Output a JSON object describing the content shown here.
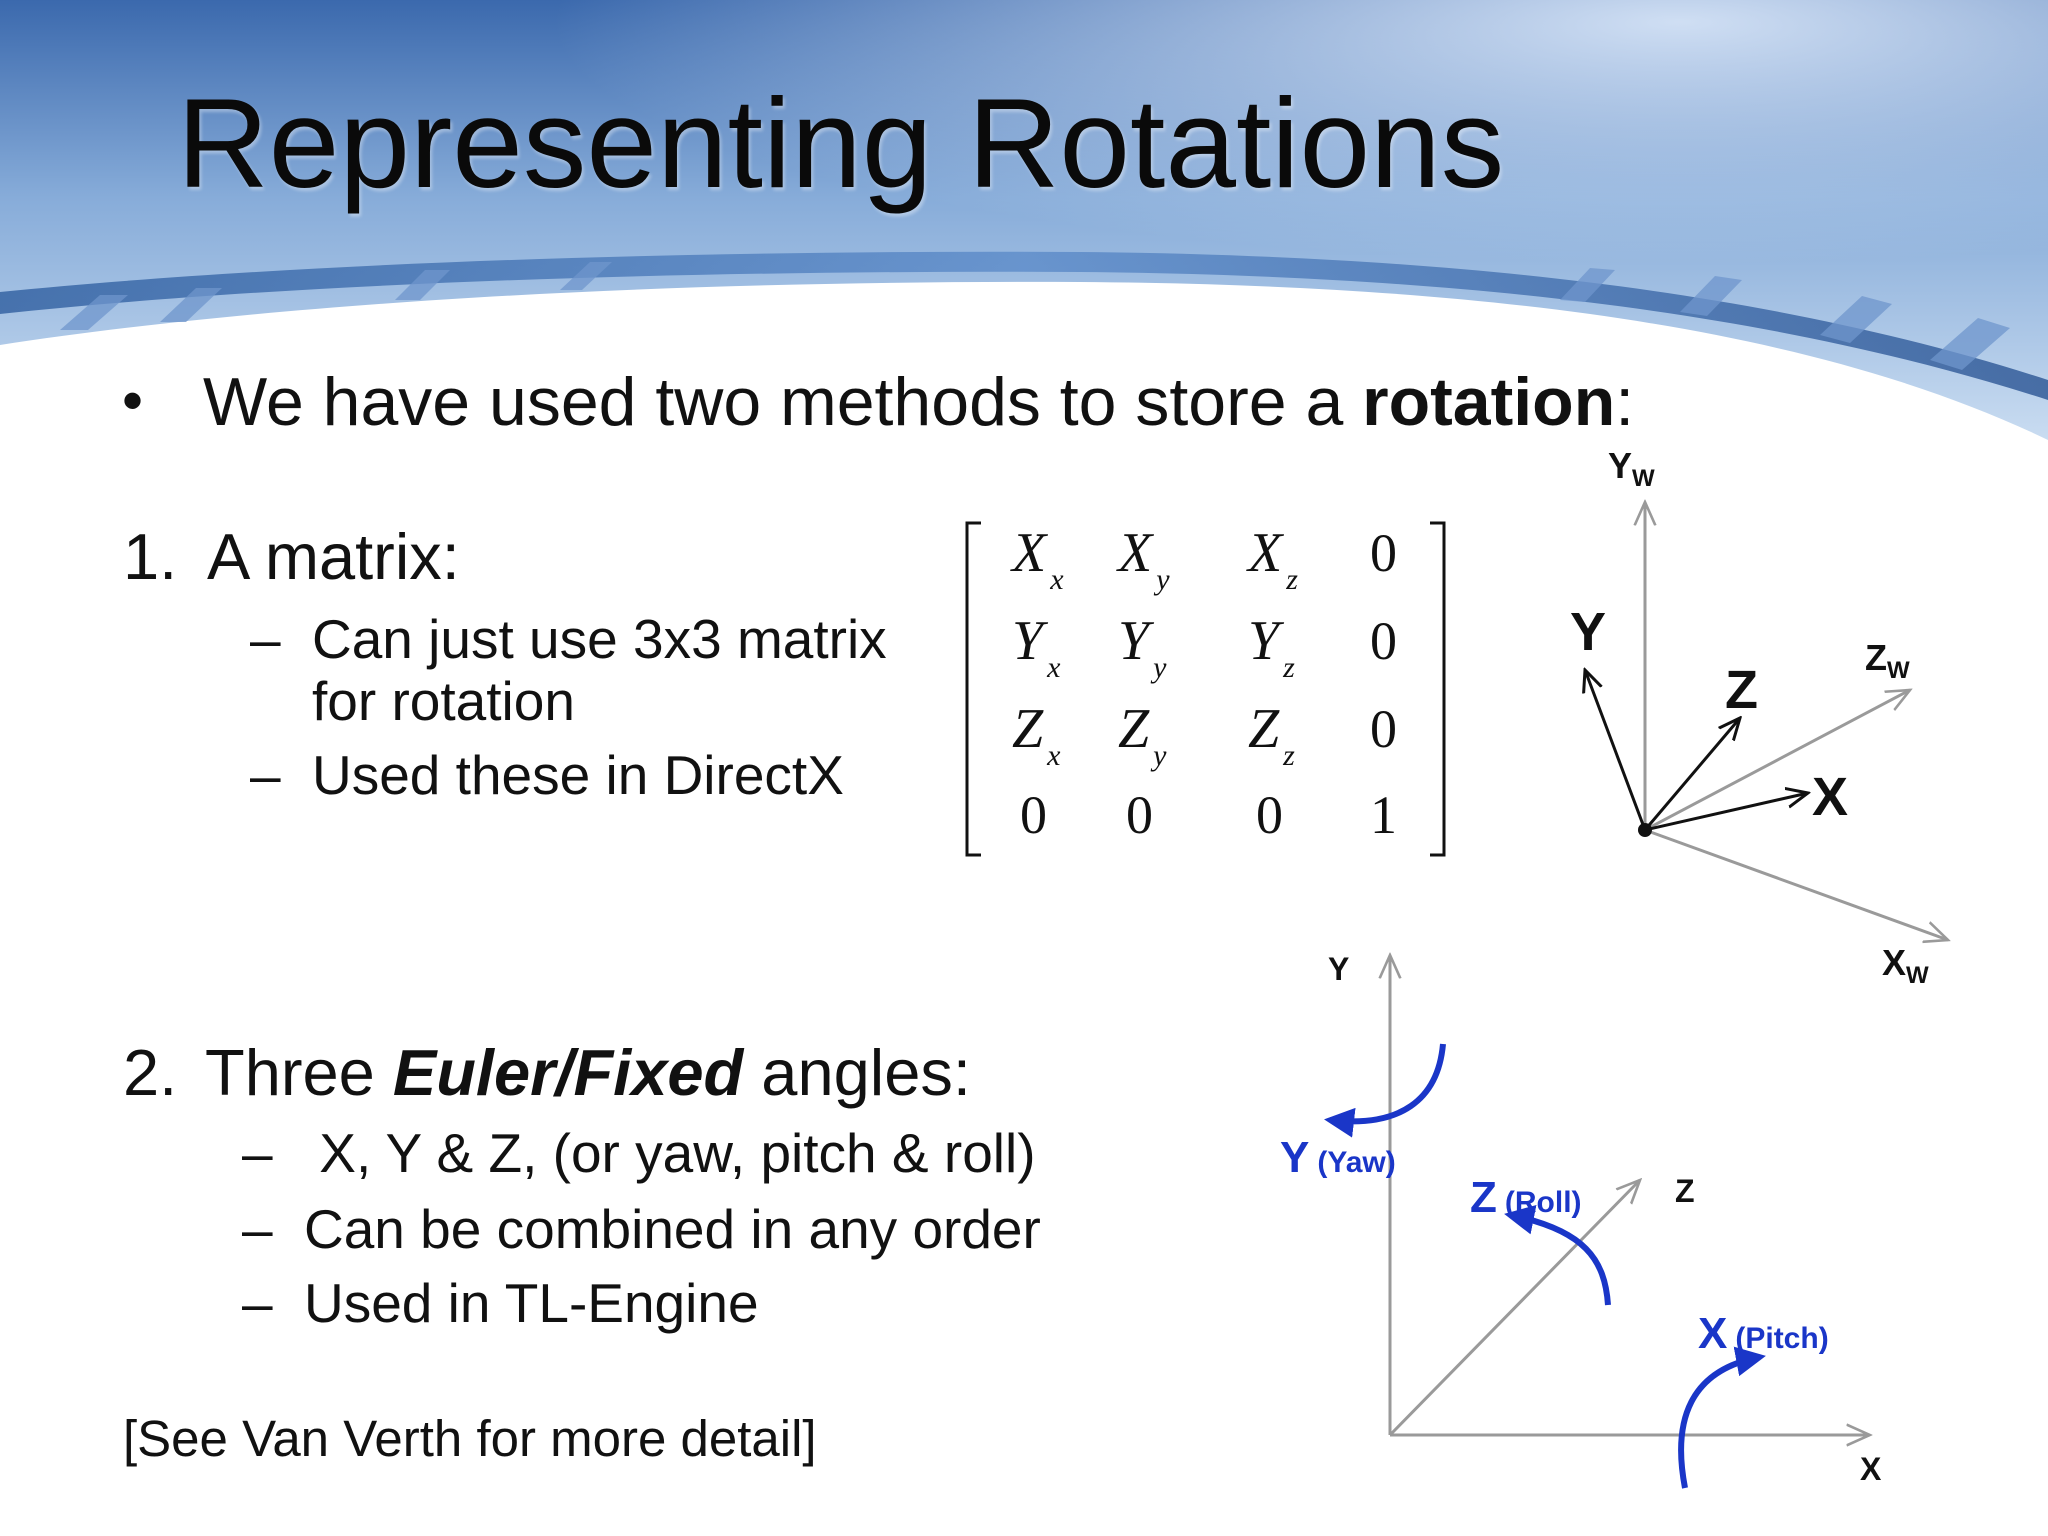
{
  "slide": {
    "title": "Representing Rotations",
    "intro": {
      "bullet": "•",
      "text": "We have used two methods to store a ",
      "bold": "rotation",
      "tail": ":"
    },
    "method1": {
      "number": "1.",
      "label": "A matrix:",
      "items": [
        {
          "dash": "–",
          "lines": [
            "Can just use 3x3 matrix",
            "for rotation"
          ]
        },
        {
          "dash": "–",
          "lines": [
            "Used these in DirectX"
          ]
        }
      ]
    },
    "method2": {
      "number": "2.",
      "label_pre": "Three ",
      "label_italic": "Euler/Fixed",
      "label_post": " angles:",
      "items": [
        {
          "dash": "–",
          "text": " X, Y & Z, (or yaw, pitch & roll)"
        },
        {
          "dash": "–",
          "text": "Can be combined in any order"
        },
        {
          "dash": "–",
          "text": "Used in TL-Engine"
        }
      ]
    },
    "footer": "[See Van Verth for more detail]"
  },
  "matrix": {
    "rows": [
      [
        {
          "base": "X",
          "sub": "x"
        },
        {
          "base": "X",
          "sub": "y"
        },
        {
          "base": "X",
          "sub": "z"
        },
        {
          "base": "0",
          "sub": ""
        }
      ],
      [
        {
          "base": "Y",
          "sub": "x"
        },
        {
          "base": "Y",
          "sub": "y"
        },
        {
          "base": "Y",
          "sub": "z"
        },
        {
          "base": "0",
          "sub": ""
        }
      ],
      [
        {
          "base": "Z",
          "sub": "x"
        },
        {
          "base": "Z",
          "sub": "y"
        },
        {
          "base": "Z",
          "sub": "z"
        },
        {
          "base": "0",
          "sub": ""
        }
      ],
      [
        {
          "base": "0",
          "sub": ""
        },
        {
          "base": "0",
          "sub": ""
        },
        {
          "base": "0",
          "sub": ""
        },
        {
          "base": "1",
          "sub": ""
        }
      ]
    ]
  },
  "frame_diagram": {
    "world_axes": [
      {
        "base": "Y",
        "sub": "W"
      },
      {
        "base": "Z",
        "sub": "W"
      },
      {
        "base": "X",
        "sub": "W"
      }
    ],
    "local_axes": [
      "Y",
      "Z",
      "X"
    ]
  },
  "euler_diagram": {
    "axes": [
      "Y",
      "Z",
      "X"
    ],
    "rotations": [
      {
        "axis": "Y",
        "name": "(Yaw)"
      },
      {
        "axis": "Z",
        "name": "(Roll)"
      },
      {
        "axis": "X",
        "name": "(Pitch)"
      }
    ]
  },
  "colors": {
    "accent_blue": "#1a36c8",
    "header_blue": "#3f6fb5",
    "axis_gray": "#9a9a9a"
  }
}
